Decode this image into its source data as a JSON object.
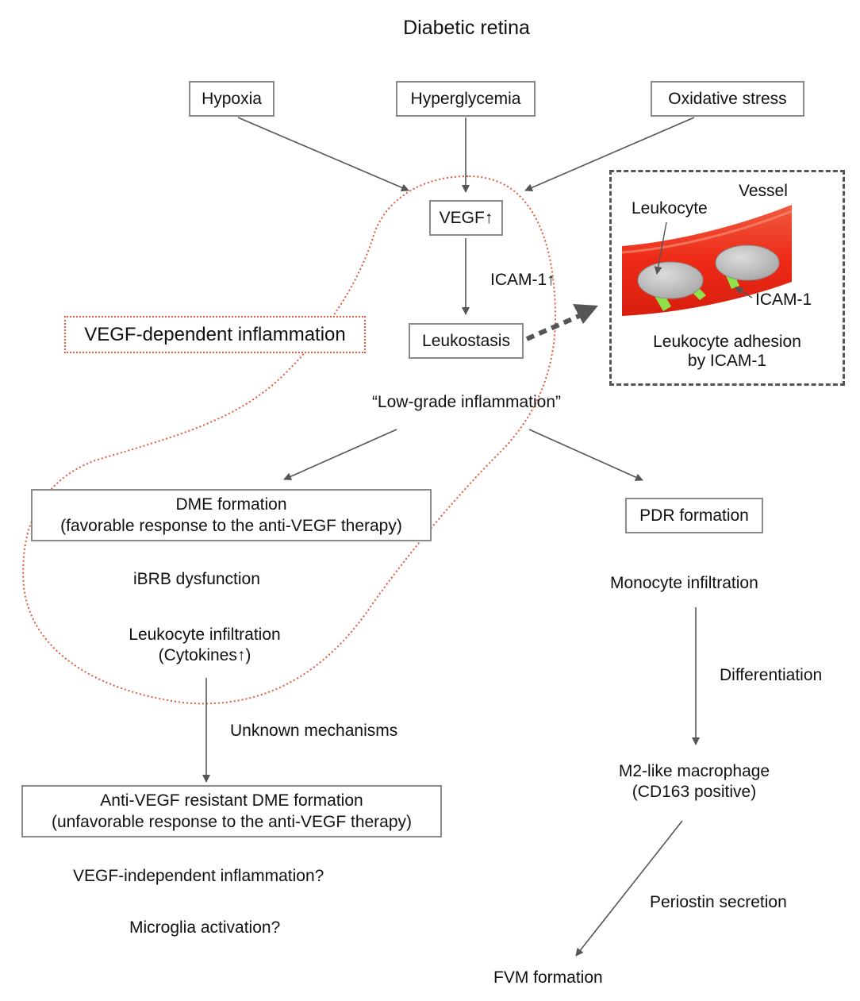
{
  "title": "Diabetic retina",
  "stressors": {
    "hypoxia": "Hypoxia",
    "hyperglycemia": "Hyperglycemia",
    "oxidative_stress": "Oxidative stress"
  },
  "vegf": "VEGF↑",
  "icam_up": "ICAM-1↑",
  "leukostasis": "Leukostasis",
  "vegf_dependent": "VEGF-dependent inflammation",
  "inset": {
    "vessel": "Vessel",
    "leukocyte": "Leukocyte",
    "icam": "ICAM-1",
    "caption_line1": "Leukocyte adhesion",
    "caption_line2": "by ICAM-1"
  },
  "low_grade": "“Low-grade inflammation”",
  "dme": {
    "line1": "DME formation",
    "line2": "(favorable response to the anti-VEGF therapy)"
  },
  "ibrb": "iBRB dysfunction",
  "leukocyte_infiltration": {
    "line1": "Leukocyte infiltration",
    "line2": "(Cytokines↑)"
  },
  "unknown_mechanisms": "Unknown mechanisms",
  "anti_vegf_resistant": {
    "line1": "Anti-VEGF resistant DME formation",
    "line2": "(unfavorable response to the anti-VEGF therapy)"
  },
  "vegf_independent": "VEGF-independent inflammation?",
  "microglia": "Microglia activation?",
  "pdr": "PDR formation",
  "monocyte": "Monocyte infiltration",
  "differentiation": "Differentiation",
  "m2": {
    "line1": "M2-like macrophage",
    "line2": "(CD163 positive)"
  },
  "periostin": "Periostin secretion",
  "fvm": "FVM formation",
  "colors": {
    "vessel": "#ee2a17",
    "leukocyte_fill": "#c9c9c9",
    "icam_green": "#8ee34a",
    "dotted_outline": "#e2593a",
    "arrow": "#555555"
  }
}
